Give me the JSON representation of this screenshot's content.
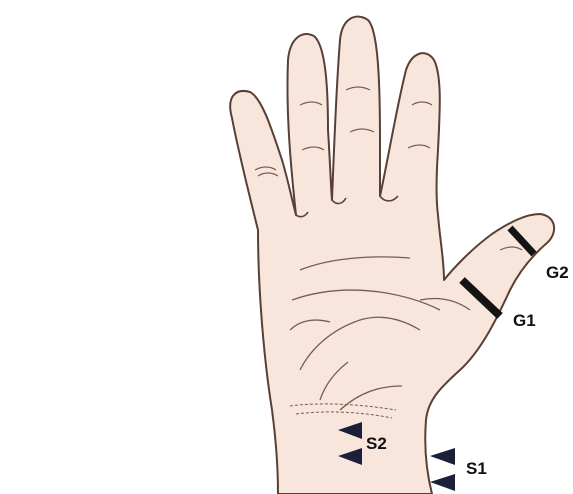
{
  "labels": {
    "g1": "G1",
    "g2": "G2",
    "s1": "S1",
    "s2": "S2"
  },
  "colors": {
    "skin": "#f8e6dc",
    "outline": "#5a3f36",
    "ring": "#141414",
    "arrow": "#1c1f3a"
  }
}
